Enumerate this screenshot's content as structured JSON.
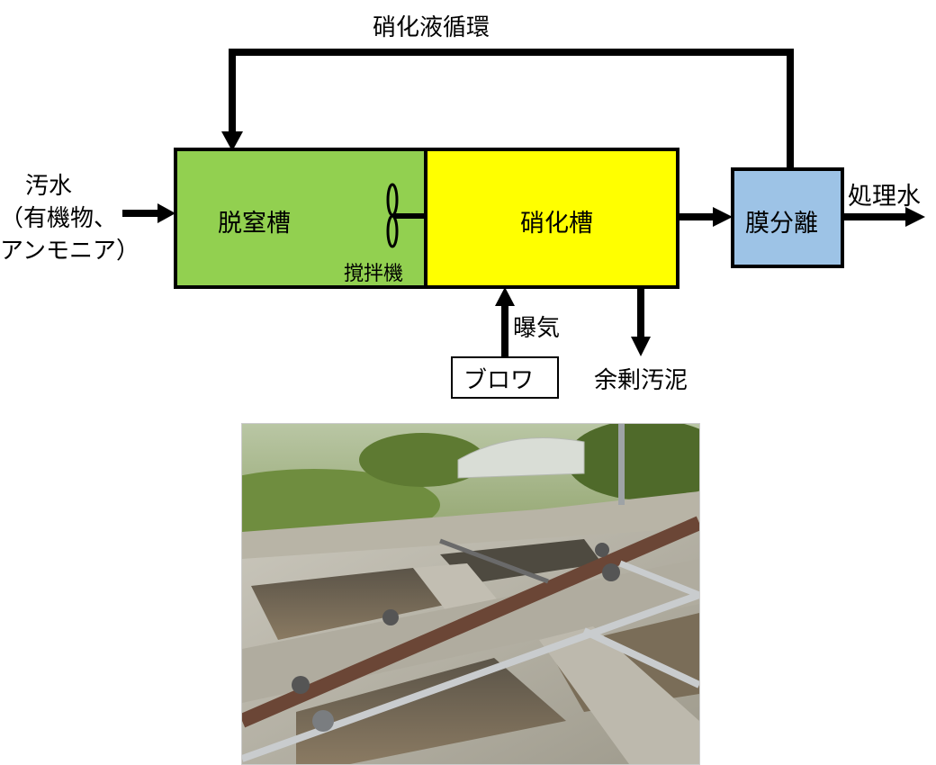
{
  "recycle_label": "硝化液循環",
  "inlet": {
    "line1": "汚水",
    "line2": "（有機物、",
    "line3": "アンモニア）"
  },
  "tanks": {
    "denitrification": "脱窒槽",
    "mixer": "撹拌機",
    "nitrification": "硝化槽",
    "membrane": "膜分離"
  },
  "treated_water": "処理水",
  "aeration": "曝気",
  "blower": "ブロワ",
  "excess_sludge": "余剰汚泥",
  "colors": {
    "denitrification_fill": "#92d050",
    "nitrification_fill": "#ffff00",
    "membrane_fill": "#9dc3e6",
    "line": "#000000"
  }
}
